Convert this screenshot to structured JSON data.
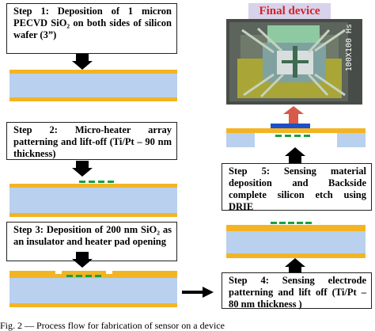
{
  "steps": {
    "step1": "Step 1: Deposition of 1 micron PECVD SiO₂ on both sides of silicon wafer (3”)",
    "step2": "Step 2: Micro-heater array patterning and lift-off (Ti/Pt – 90 nm thickness)",
    "step3": "Step 3: Deposition of 200 nm SiO₂ as an insulator and heater pad opening",
    "step4": "Step 4: Sensing electrode patterning and lift off (Ti/Pt – 80 nm thickness )",
    "step5": "Step 5: Sensing material deposition and Backside complete silicon etch using DRIE"
  },
  "final_title": "Final device",
  "photo_label": "100X100 Hs",
  "caption": "Fig. 2 — Process flow for fabrication of sensor on a device",
  "colors": {
    "oxide": "#f3b424",
    "silicon": "#b9d1ee",
    "heater": "#19a13b",
    "electrode": "#1b50c8",
    "up_arrow": "#d85a4a",
    "title_text": "#d2232a",
    "title_bg": "#d8d2ea"
  }
}
